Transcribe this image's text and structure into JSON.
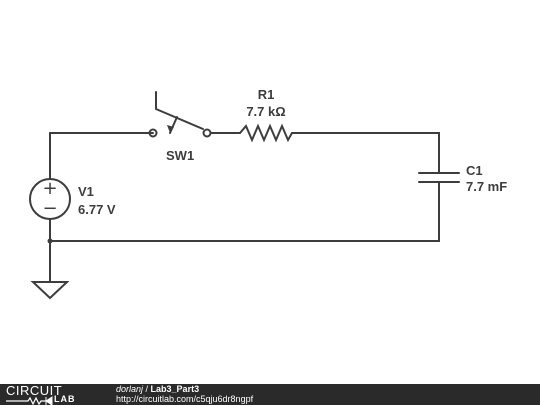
{
  "circuit": {
    "switch": {
      "name": "SW1"
    },
    "resistor": {
      "name": "R1",
      "value": "7.7 kΩ"
    },
    "capacitor": {
      "name": "C1",
      "value": "7.7 mF"
    },
    "source": {
      "name": "V1",
      "value": "6.77 V",
      "plus": "+",
      "minus": "−"
    }
  },
  "footer": {
    "logo_top": "CIRCUIT",
    "logo_bottom": "LAB",
    "author": "dorlanj",
    "separator": " / ",
    "title": "Lab3_Part3",
    "url": "http://circuitlab.com/c5qju6dr8ngpf"
  }
}
